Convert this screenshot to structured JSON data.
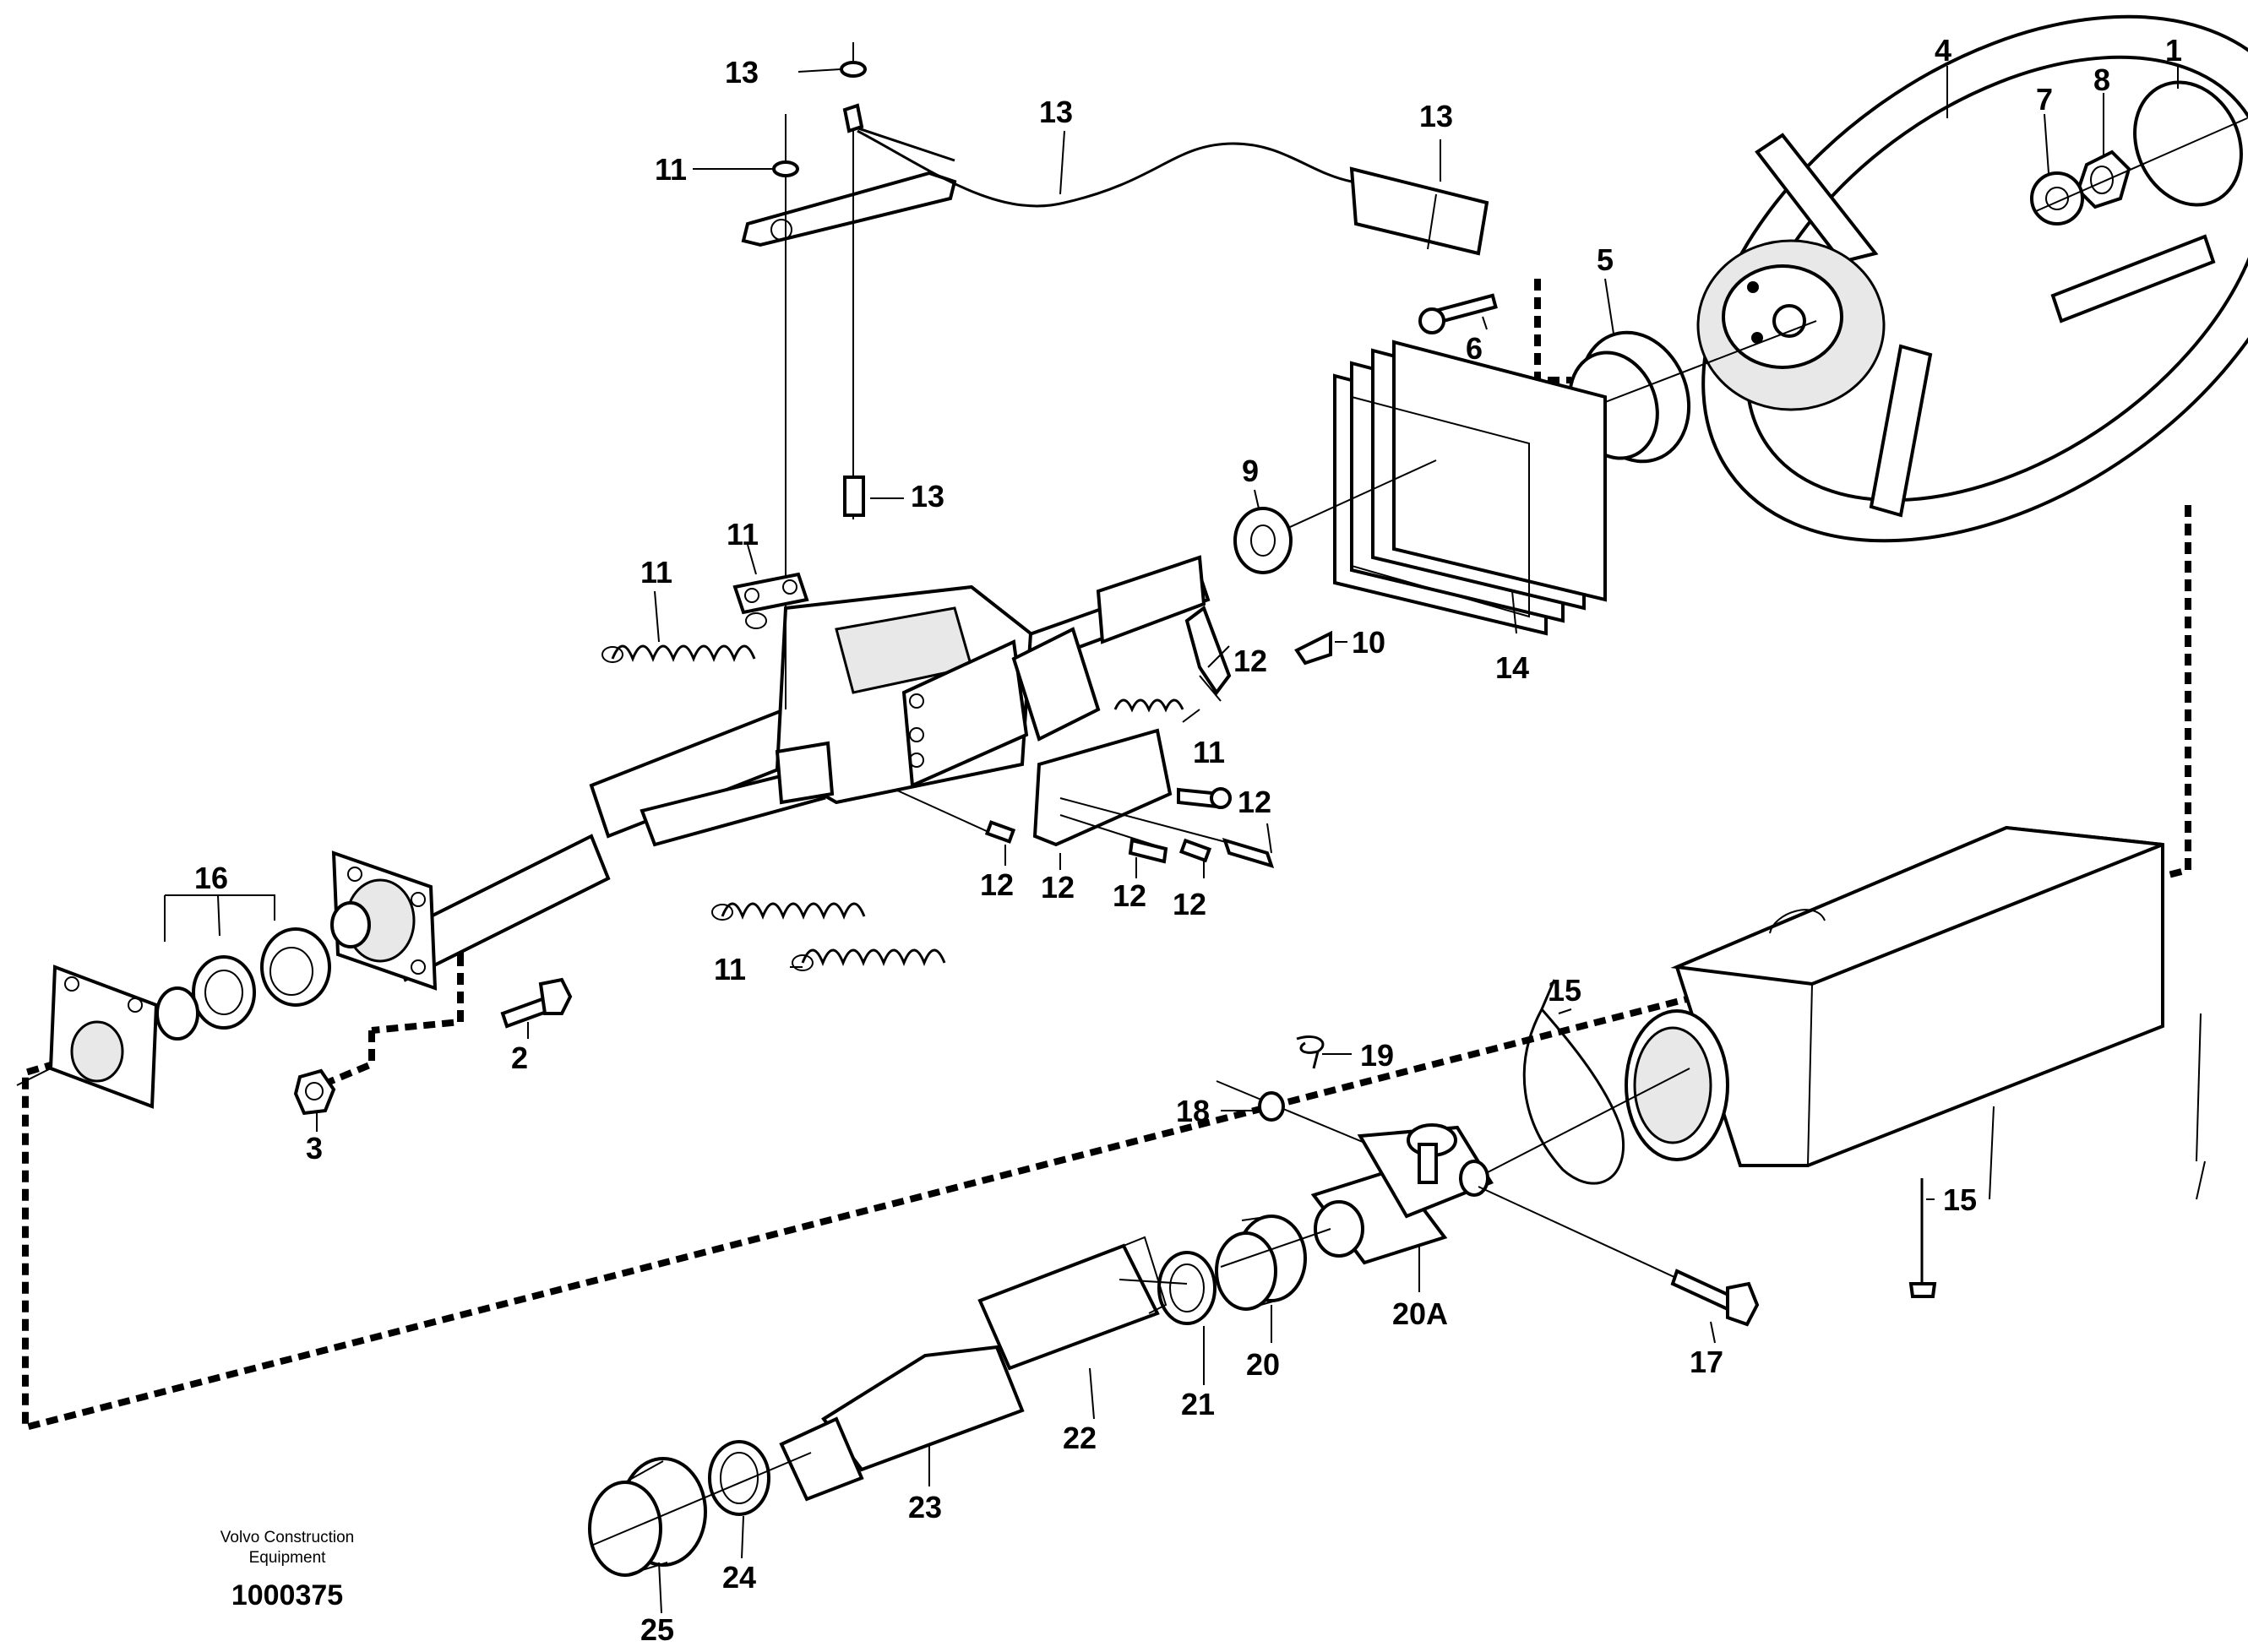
{
  "diagram": {
    "publisher_line1": "Volvo Construction",
    "publisher_line2": "Equipment",
    "drawing_number": "1000375",
    "callouts": [
      {
        "id": "c1",
        "label": "1"
      },
      {
        "id": "c4",
        "label": "4"
      },
      {
        "id": "c8",
        "label": "8"
      },
      {
        "id": "c7",
        "label": "7"
      },
      {
        "id": "c5",
        "label": "5"
      },
      {
        "id": "c6",
        "label": "6"
      },
      {
        "id": "c13a",
        "label": "13"
      },
      {
        "id": "c13b",
        "label": "13"
      },
      {
        "id": "c13c",
        "label": "13"
      },
      {
        "id": "c13d",
        "label": "13"
      },
      {
        "id": "c11a",
        "label": "11"
      },
      {
        "id": "c9",
        "label": "9"
      },
      {
        "id": "c10",
        "label": "10"
      },
      {
        "id": "c14",
        "label": "14"
      },
      {
        "id": "c11b",
        "label": "11"
      },
      {
        "id": "c11c",
        "label": "11"
      },
      {
        "id": "c12a",
        "label": "12"
      },
      {
        "id": "c11d",
        "label": "11"
      },
      {
        "id": "c12b",
        "label": "12"
      },
      {
        "id": "c12c",
        "label": "12"
      },
      {
        "id": "c12d",
        "label": "12"
      },
      {
        "id": "c12e",
        "label": "12"
      },
      {
        "id": "c12f",
        "label": "12"
      },
      {
        "id": "c16",
        "label": "16"
      },
      {
        "id": "c11e",
        "label": "11"
      },
      {
        "id": "c2",
        "label": "2"
      },
      {
        "id": "c3",
        "label": "3"
      },
      {
        "id": "c15a",
        "label": "15"
      },
      {
        "id": "c19",
        "label": "19"
      },
      {
        "id": "c18",
        "label": "18"
      },
      {
        "id": "c15b",
        "label": "15"
      },
      {
        "id": "c20A",
        "label": "20A"
      },
      {
        "id": "c17",
        "label": "17"
      },
      {
        "id": "c20",
        "label": "20"
      },
      {
        "id": "c21",
        "label": "21"
      },
      {
        "id": "c22",
        "label": "22"
      },
      {
        "id": "c23",
        "label": "23"
      },
      {
        "id": "c24",
        "label": "24"
      },
      {
        "id": "c25",
        "label": "25"
      }
    ]
  }
}
